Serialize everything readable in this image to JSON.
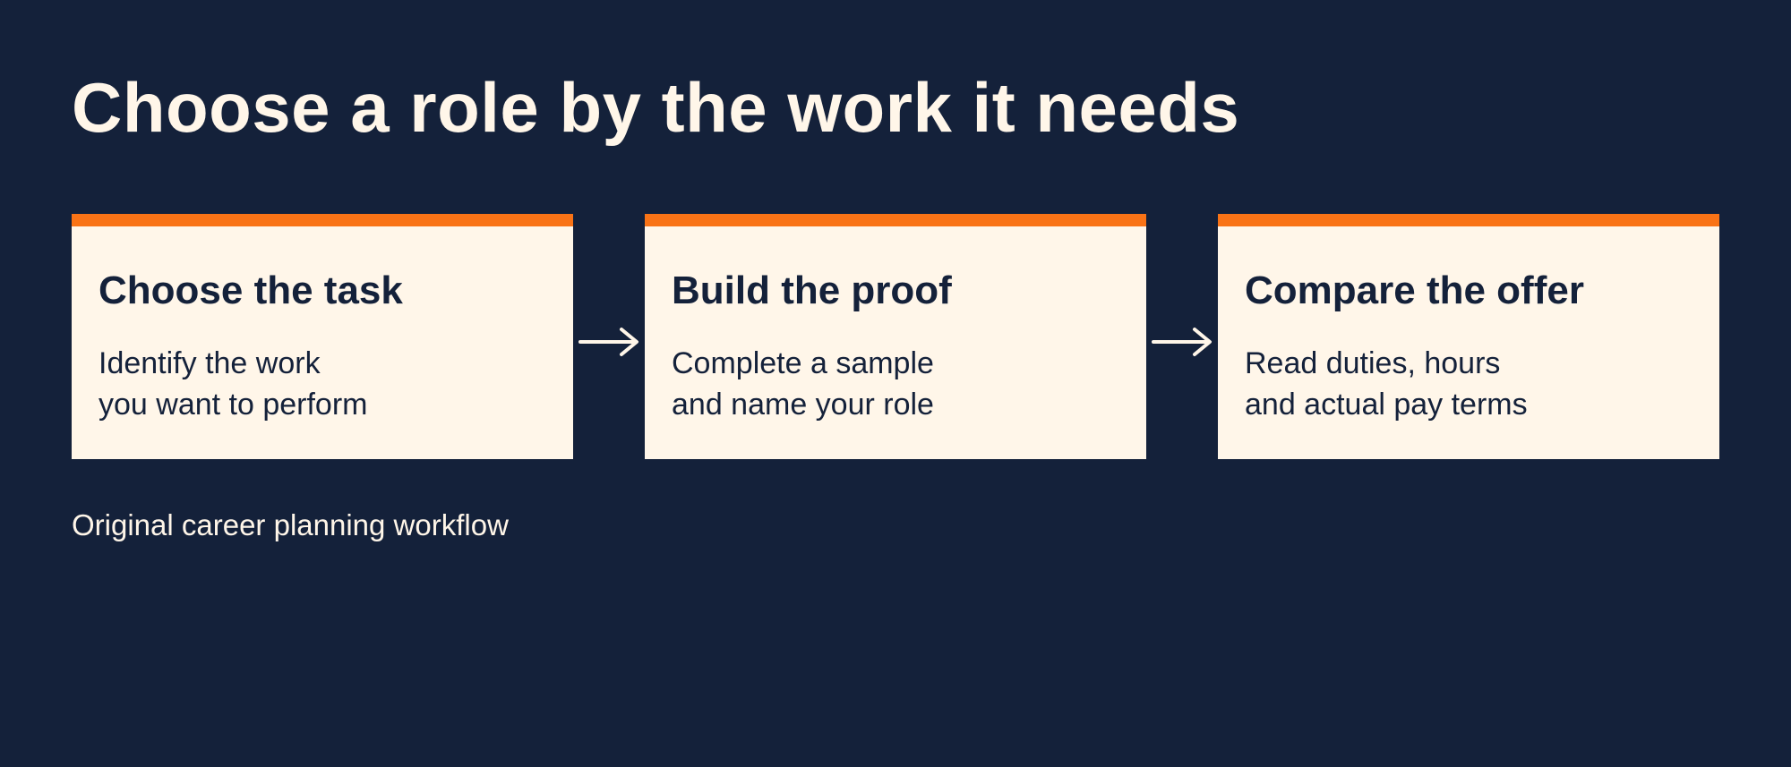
{
  "title": "Choose a role by the work it needs",
  "steps": [
    {
      "title": "Choose the task",
      "lines": [
        "Identify the work",
        "you want to perform"
      ]
    },
    {
      "title": "Build the proof",
      "lines": [
        "Complete a sample",
        "and name your role"
      ]
    },
    {
      "title": "Compare the offer",
      "lines": [
        "Read duties, hours",
        "and actual pay terms"
      ]
    }
  ],
  "footnote": "Original career planning workflow",
  "colors": {
    "background": "#14213a",
    "card": "#fff6e9",
    "accent": "#f97316",
    "text_dark": "#14213a",
    "text_light": "#fff6e9"
  },
  "icons": [
    "arrow-right-icon",
    "arrow-right-icon"
  ]
}
